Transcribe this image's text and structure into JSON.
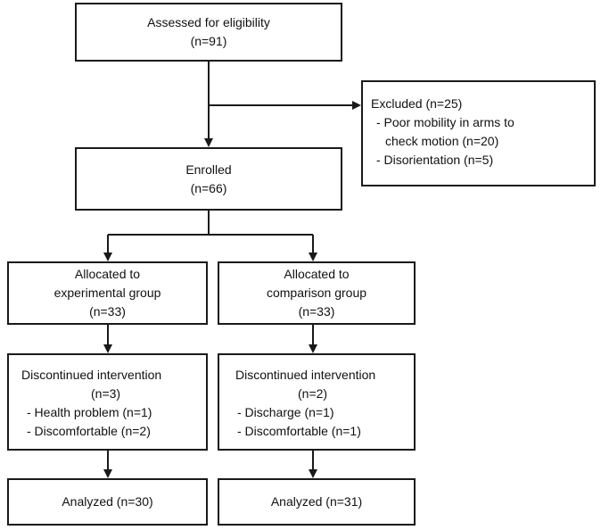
{
  "assessed": {
    "title": "Assessed for eligibility",
    "count": "(n=91)"
  },
  "excluded": {
    "title": "Excluded (n=25)",
    "reason1_a": "- Poor mobility in arms to",
    "reason1_b": "check motion (n=20)",
    "reason2": "- Disorientation (n=5)"
  },
  "enrolled": {
    "title": "Enrolled",
    "count": "(n=66)"
  },
  "alloc_exp": {
    "line1": "Allocated to",
    "line2": "experimental group",
    "count": "(n=33)"
  },
  "alloc_comp": {
    "line1": "Allocated to",
    "line2": "comparison group",
    "count": "(n=33)"
  },
  "disc_exp": {
    "title": "Discontinued intervention",
    "count": "(n=3)",
    "reason1": "- Health problem (n=1)",
    "reason2": "- Discomfortable (n=2)"
  },
  "disc_comp": {
    "title": "Discontinued intervention",
    "count": "(n=2)",
    "reason1": "- Discharge (n=1)",
    "reason2": "- Discomfortable (n=1)"
  },
  "analyzed_exp": {
    "label": "Analyzed (n=30)"
  },
  "analyzed_comp": {
    "label": "Analyzed (n=31)"
  }
}
